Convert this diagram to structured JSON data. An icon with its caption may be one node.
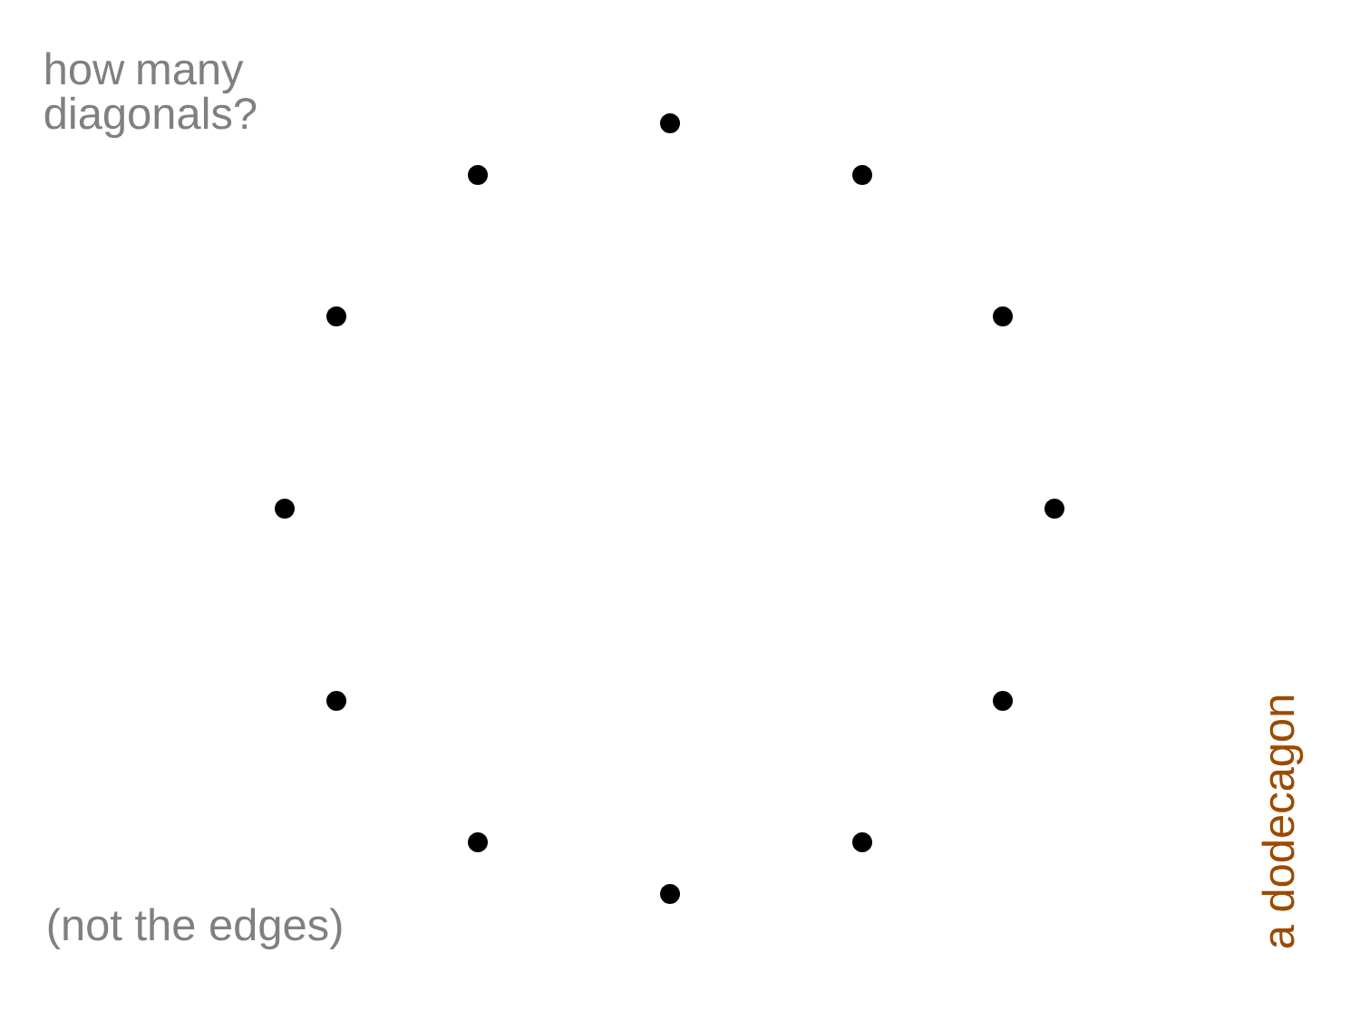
{
  "diagram": {
    "nodes": [
      {
        "text": [],
        "shape": "circle"
      },
      {
        "text": [],
        "shape": "circle"
      },
      {
        "text": [],
        "shape": "circle"
      },
      {
        "text": [],
        "shape": "circle"
      },
      {
        "text": [],
        "shape": "circle"
      },
      {
        "text": [],
        "shape": "circle"
      },
      {
        "text": [],
        "shape": "circle"
      },
      {
        "text": [],
        "shape": "circle"
      },
      {
        "text": [],
        "shape": "circle"
      },
      {
        "text": [],
        "shape": "circle"
      },
      {
        "text": [],
        "shape": "circle"
      },
      {
        "text": [],
        "shape": "circle"
      }
    ],
    "labels": [
      "how many diagonals?",
      "(not the edges)",
      "a dodecagon"
    ]
  }
}
